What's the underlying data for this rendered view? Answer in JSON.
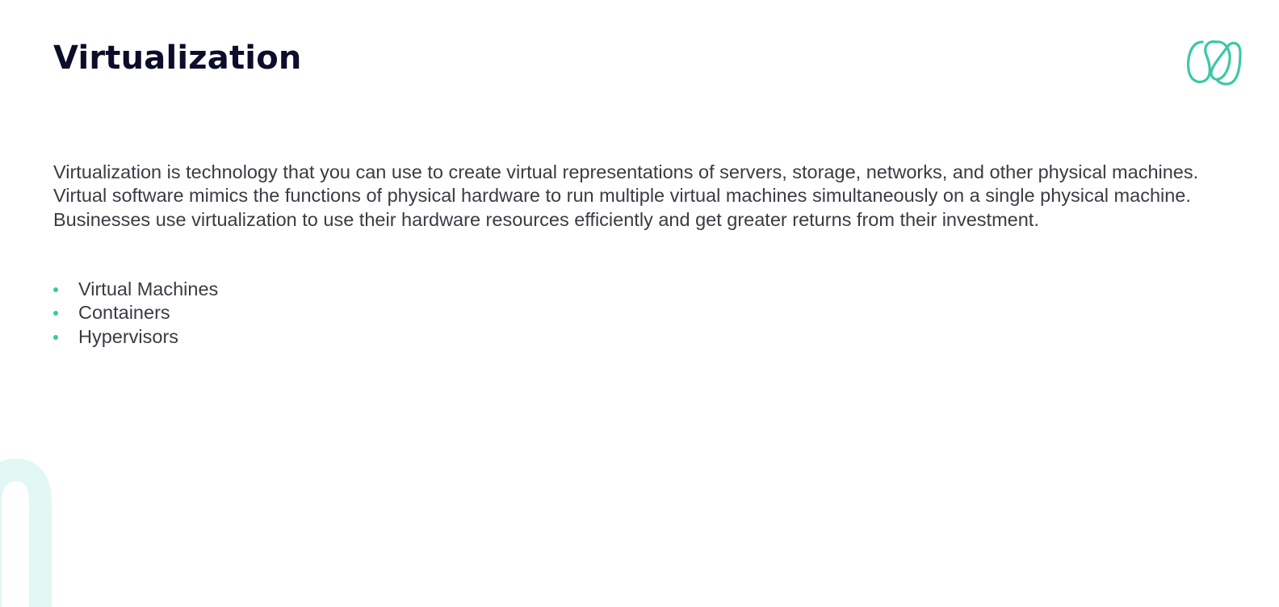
{
  "slide": {
    "title": "Virtualization",
    "paragraph": "Virtualization is technology that you can use to create virtual representations of servers, storage, networks, and other physical machines. Virtual software mimics the functions of physical hardware to run multiple virtual machines simultaneously on a single physical machine. Businesses use virtualization to use their hardware resources efficiently and get greater returns from their investment.",
    "bullets": [
      {
        "label": "Virtual Machines"
      },
      {
        "label": "Containers"
      },
      {
        "label": "Hypervisors"
      }
    ]
  },
  "icons": {
    "logo": "loop-logo-icon",
    "bullet": "dot-bullet-icon",
    "decoration": "arch-decoration"
  },
  "colors": {
    "title": "#0b0d2b",
    "text": "#3a3b44",
    "accent": "#3cc7a6",
    "decoration": "#e0f7f3",
    "background": "#ffffff"
  }
}
